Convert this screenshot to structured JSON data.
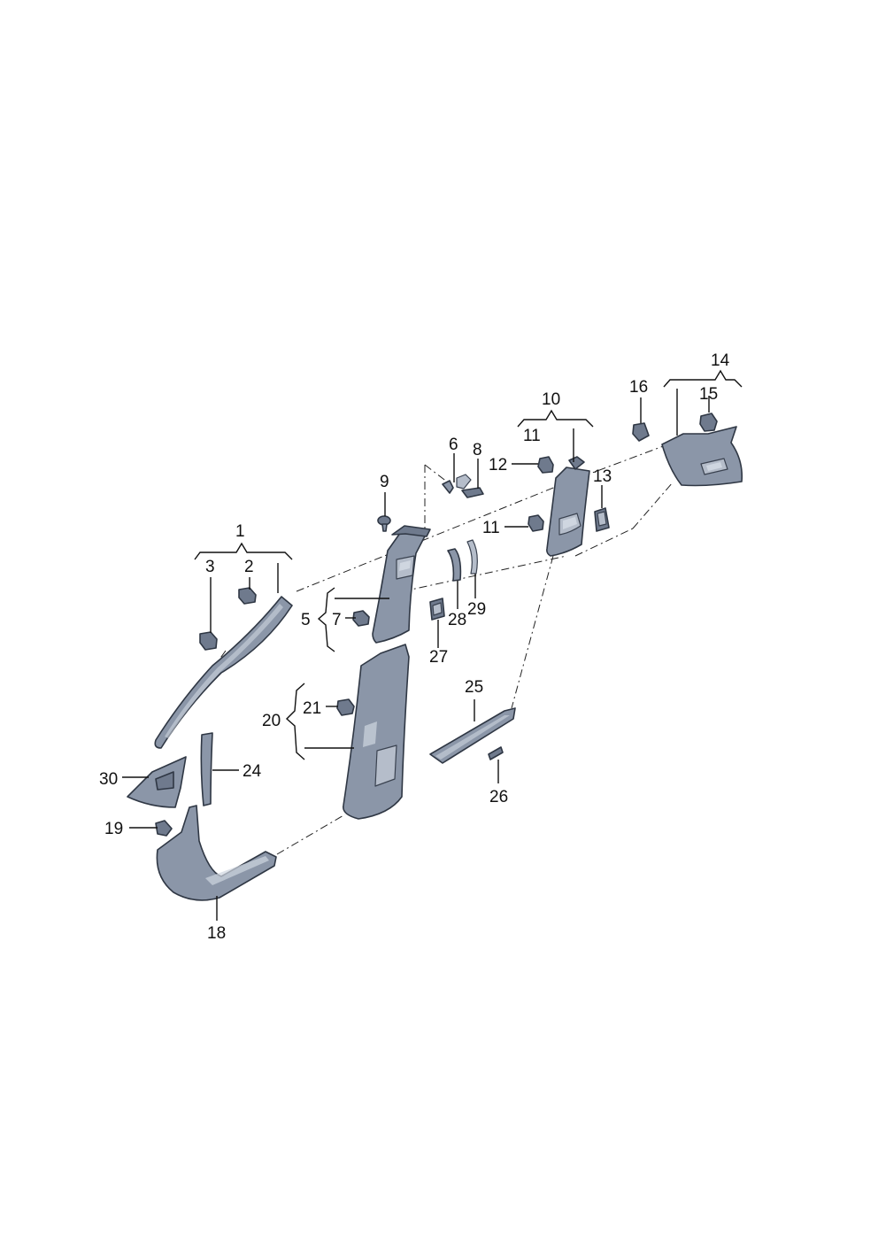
{
  "callouts": [
    {
      "id": "1",
      "label": "1"
    },
    {
      "id": "2",
      "label": "2"
    },
    {
      "id": "3",
      "label": "3"
    },
    {
      "id": "5",
      "label": "5"
    },
    {
      "id": "6",
      "label": "6"
    },
    {
      "id": "7",
      "label": "7"
    },
    {
      "id": "8",
      "label": "8"
    },
    {
      "id": "9",
      "label": "9"
    },
    {
      "id": "10",
      "label": "10"
    },
    {
      "id": "11a",
      "label": "11"
    },
    {
      "id": "11b",
      "label": "11"
    },
    {
      "id": "12",
      "label": "12"
    },
    {
      "id": "13",
      "label": "13"
    },
    {
      "id": "14",
      "label": "14"
    },
    {
      "id": "15",
      "label": "15"
    },
    {
      "id": "16",
      "label": "16"
    },
    {
      "id": "18",
      "label": "18"
    },
    {
      "id": "19",
      "label": "19"
    },
    {
      "id": "20",
      "label": "20"
    },
    {
      "id": "21",
      "label": "21"
    },
    {
      "id": "24",
      "label": "24"
    },
    {
      "id": "25",
      "label": "25"
    },
    {
      "id": "26",
      "label": "26"
    },
    {
      "id": "27",
      "label": "27"
    },
    {
      "id": "28",
      "label": "28"
    },
    {
      "id": "29",
      "label": "29"
    },
    {
      "id": "30",
      "label": "30"
    }
  ]
}
